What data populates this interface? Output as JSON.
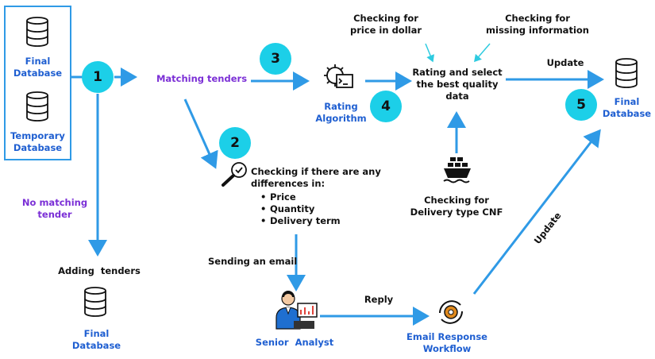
{
  "nodes": {
    "final_db_top": "Final\nDatabase",
    "temp_db": "Temporary\nDatabase",
    "matching": "Matching tenders",
    "no_matching": "No matching\ntender",
    "adding": "Adding  tenders",
    "final_db_bottom": "Final\nDatabase",
    "rating_algo": "Rating\nAlgorithm",
    "rating_select": "Rating and select\nthe best quality\ndata",
    "check_price": "Checking for\nprice in dollar",
    "check_missing": "Checking for\nmissing information",
    "update_top": "Update",
    "final_db_right": "Final\nDatabase",
    "check_diff": "Checking if there are any\ndifferences in:",
    "diff_items": [
      "Price",
      "Quantity",
      "Delivery term"
    ],
    "delivery": "Checking for\nDelivery type CNF",
    "send_email": "Sending an email",
    "senior": "Senior  Analyst",
    "reply": "Reply",
    "workflow": "Email Response\nWorkflow",
    "update_diag": "Update"
  },
  "badges": [
    "1",
    "2",
    "3",
    "4",
    "5"
  ],
  "colors": {
    "arrow": "#2f9ae6",
    "badge": "#1ccfe8",
    "blue_text": "#1f5fd1",
    "purple_text": "#7b2fd6",
    "frame": "#2f9ae6"
  }
}
